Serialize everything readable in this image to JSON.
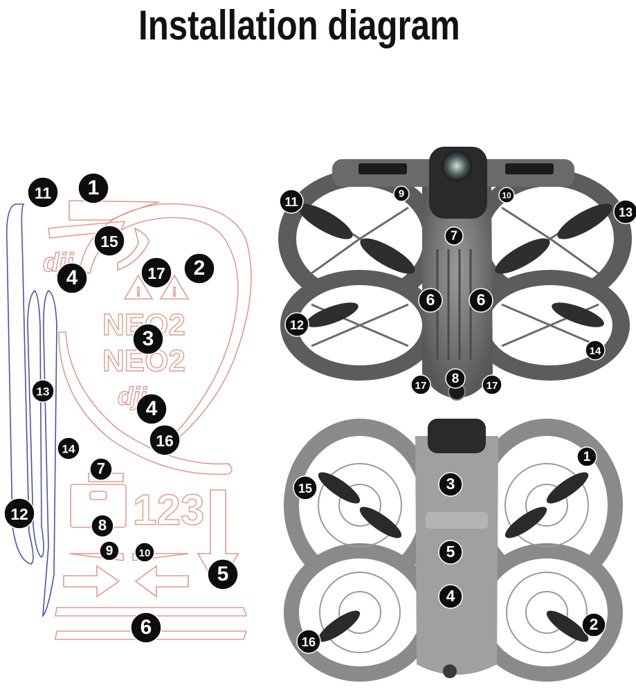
{
  "title": "Installation diagram",
  "sticker_sheet": {
    "neo_text_top": "NEO2",
    "neo_text_bottom": "NEO2",
    "brand_top": "dji",
    "brand_bottom": "dji",
    "number_strip": "123",
    "badges": [
      "11",
      "1",
      "15",
      "4",
      "17",
      "2",
      "3",
      "13",
      "4",
      "16",
      "14",
      "7",
      "12",
      "8",
      "9",
      "10",
      "5",
      "6"
    ]
  },
  "drone_top_badges": [
    "11",
    "9",
    "10",
    "13",
    "7",
    "6",
    "6",
    "12",
    "14",
    "17",
    "8",
    "17"
  ],
  "drone_bottom_badges": [
    "1",
    "15",
    "3",
    "5",
    "4",
    "2",
    "16"
  ],
  "colors": {
    "sticker_outline": "#e09a8e",
    "long_strip_outline": "#4a4fb0",
    "badge": "#0d0d0d",
    "drone_body": "#6e6e70"
  }
}
